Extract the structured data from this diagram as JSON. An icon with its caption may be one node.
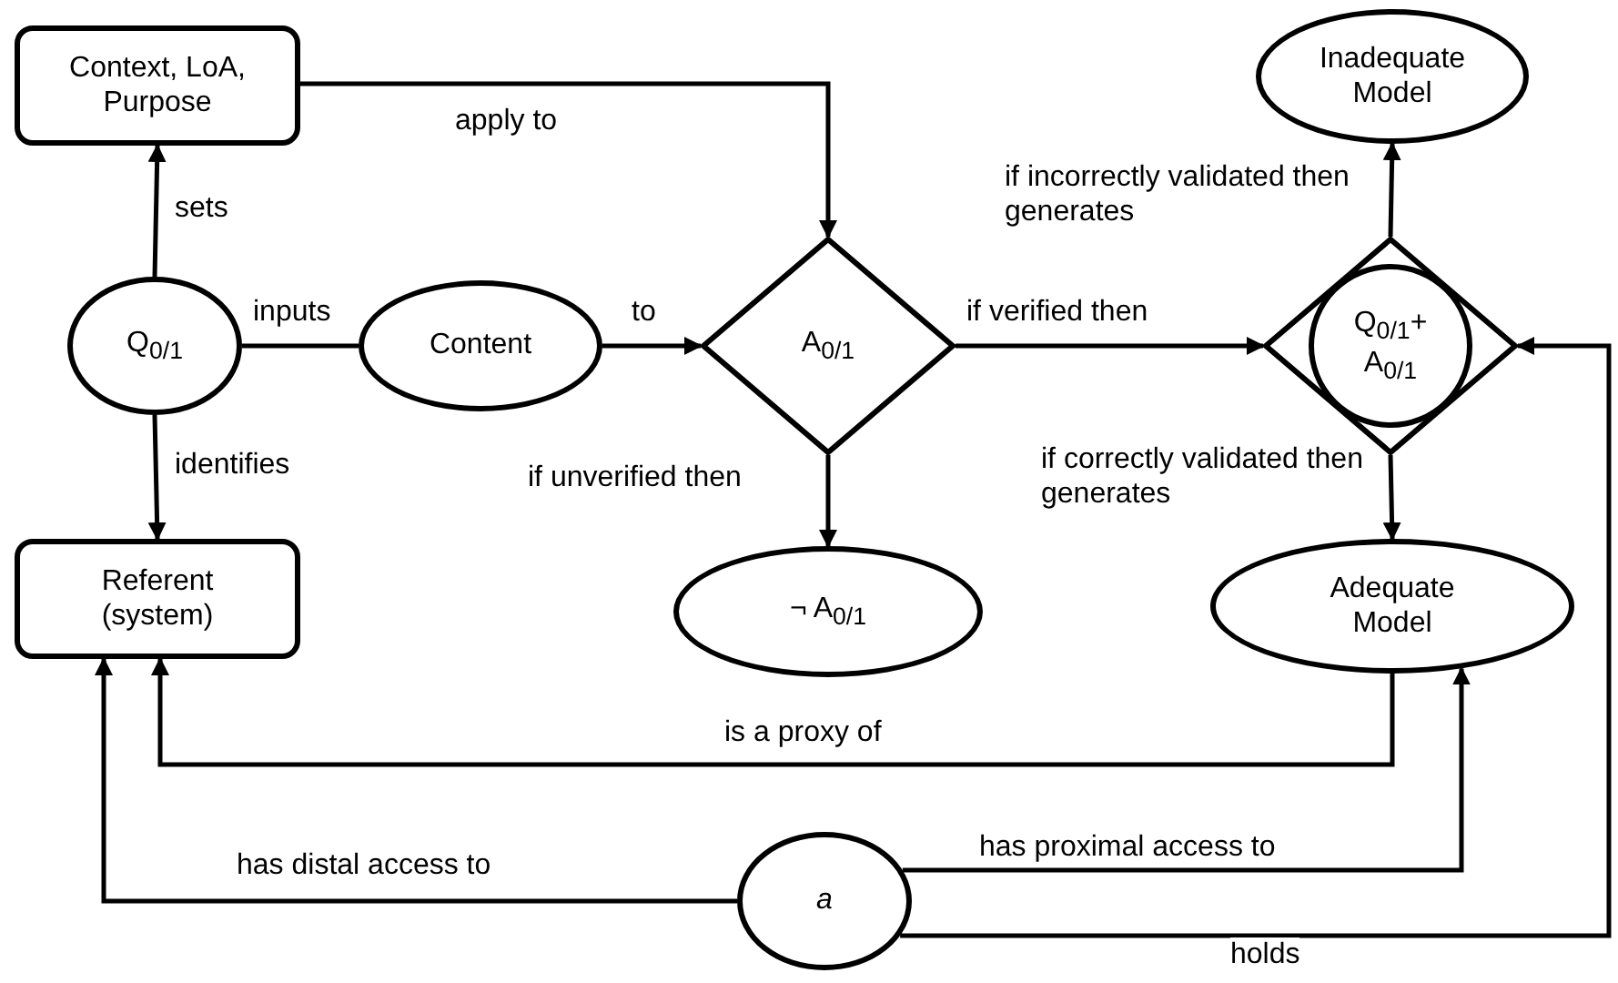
{
  "diagram": {
    "nodes": [
      {
        "text": [
          "Context, LoA, Purpose"
        ]
      },
      {
        "text": [
          "Q$_{0/1}$"
        ]
      },
      {
        "text": [
          "Content"
        ]
      },
      {
        "text": [
          "A$_{0/1}$"
        ]
      },
      {
        "text": [
          "Inadequate Model"
        ]
      },
      {
        "text": [],
        "shape": "diamond"
      },
      {
        "text": [
          "Q$_{0/1}$+ A$_{0/1}$"
        ],
        "in": 5
      },
      {
        "text": [
          "Referent (system)"
        ]
      },
      {
        "text": [
          "¬ A$_{0/1}$"
        ]
      },
      {
        "text": [
          "Adequate Model"
        ]
      },
      {
        "text": [
          "a"
        ]
      }
    ],
    "edges": [
      {
        "from": 1,
        "to": 0,
        "arrow": "to",
        "label": "sets"
      },
      {
        "from": 1,
        "to": 2,
        "arrow": "none",
        "label": "inputs"
      },
      {
        "from": 2,
        "to": 3,
        "arrow": "to",
        "label": "to"
      },
      {
        "from": 0,
        "to": 3,
        "arrow": "to",
        "label": "apply to"
      },
      {
        "from": 3,
        "to": 5,
        "arrow": "to",
        "label": "if verified then"
      },
      {
        "from": 3,
        "to": 8,
        "arrow": "to",
        "label": "if unverified then"
      },
      {
        "from": 5,
        "to": 4,
        "arrow": "to",
        "label": "if incorrectly validated then generates"
      },
      {
        "from": 5,
        "to": 9,
        "arrow": "to",
        "label": "if correctly validated then generates"
      },
      {
        "from": 1,
        "to": 7,
        "arrow": "to",
        "label": "identifies"
      },
      {
        "from": 9,
        "to": 7,
        "arrow": "to",
        "label": "is a proxy of"
      },
      {
        "from": 10,
        "to": 7,
        "arrow": "to",
        "label": "has distal access to"
      },
      {
        "from": 10,
        "to": 9,
        "arrow": "to",
        "label": "has proximal access to"
      },
      {
        "from": 10,
        "to": 5,
        "arrow": "to",
        "label": "holds"
      }
    ]
  }
}
